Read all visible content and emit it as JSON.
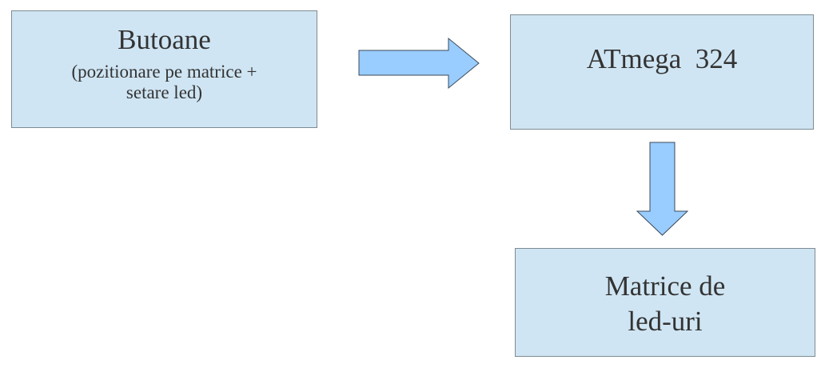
{
  "diagram": {
    "colors": {
      "box_fill": "#cfe5f3",
      "box_border": "#7f8b93",
      "arrow_fill": "#99ccff",
      "arrow_stroke": "#3b4a57",
      "text": "#333333"
    },
    "nodes": {
      "buttons": {
        "title": "Butoane",
        "subtitle": "(pozitionare pe matrice + setare led)"
      },
      "mcu": {
        "title": "ATmega  324"
      },
      "matrix": {
        "line1": "Matrice de",
        "line2": "led-uri"
      }
    },
    "edges": [
      {
        "from": "buttons",
        "to": "mcu",
        "direction": "right"
      },
      {
        "from": "mcu",
        "to": "matrix",
        "direction": "down"
      }
    ]
  }
}
